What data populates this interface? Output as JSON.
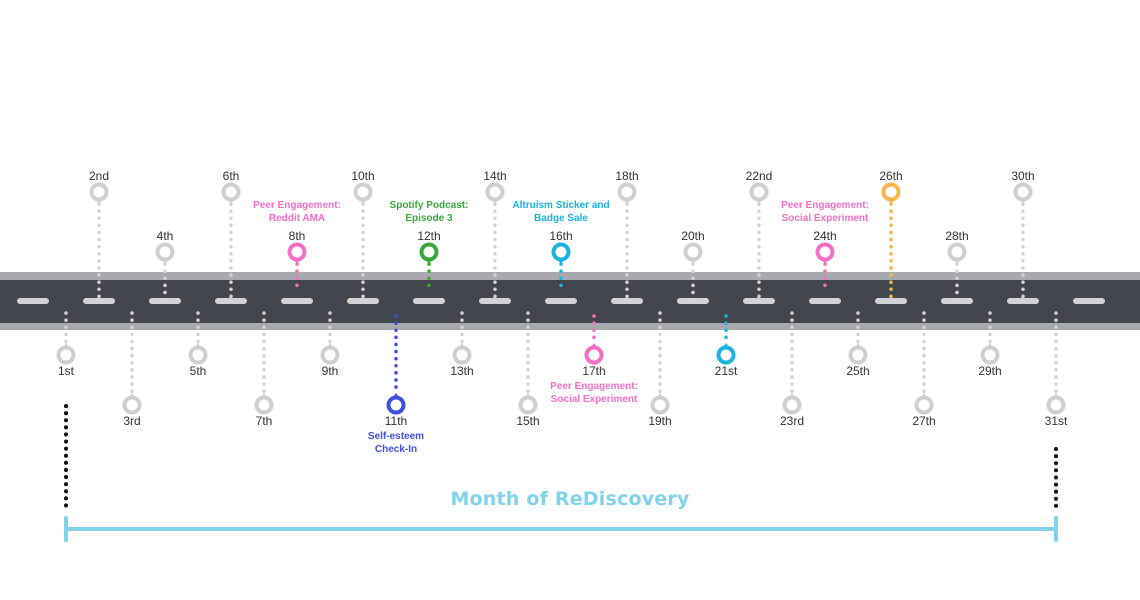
{
  "colors": {
    "road": "#43464c",
    "road_edge": "#a7a9ac",
    "lane": "#d1d3d4",
    "pin": "#cfcfcf",
    "stem": "#d3d3d3",
    "range_bar": "#7fd3ea",
    "range_marker": "#111111"
  },
  "days": [
    {
      "label": "1st"
    },
    {
      "label": "2nd"
    },
    {
      "label": "3rd"
    },
    {
      "label": "4th"
    },
    {
      "label": "5th"
    },
    {
      "label": "6th"
    },
    {
      "label": "7th"
    },
    {
      "label": "8th",
      "event": 0
    },
    {
      "label": "9th"
    },
    {
      "label": "10th"
    },
    {
      "label": "11th",
      "event": 1
    },
    {
      "label": "12th",
      "event": 2
    },
    {
      "label": "13th"
    },
    {
      "label": "14th"
    },
    {
      "label": "15th"
    },
    {
      "label": "16th",
      "event": 3
    },
    {
      "label": "17th",
      "event": 4
    },
    {
      "label": "18th"
    },
    {
      "label": "19th"
    },
    {
      "label": "20th"
    },
    {
      "label": "21st",
      "event": 5
    },
    {
      "label": "22nd"
    },
    {
      "label": "23rd"
    },
    {
      "label": "24th",
      "event": 6
    },
    {
      "label": "25th"
    },
    {
      "label": "26th",
      "event": 7
    },
    {
      "label": "27th"
    },
    {
      "label": "28th"
    },
    {
      "label": "29th"
    },
    {
      "label": "30th"
    },
    {
      "label": "31st"
    }
  ],
  "events": [
    {
      "text": "Peer Engagement:\nReddit AMA",
      "color": "#f36fc6"
    },
    {
      "text": "Self-esteem\nCheck-In",
      "color": "#3f4fe0"
    },
    {
      "text": "Spotify Podcast:\nEpisode 3",
      "color": "#3aa83a"
    },
    {
      "text": "Altruism Sticker and\nBadge Sale",
      "color": "#1bb3e0"
    },
    {
      "text": "Peer Engagement:\nSocial Experiment",
      "color": "#f36fc6"
    },
    {
      "text": "",
      "color": "#1bb3e0"
    },
    {
      "text": "Peer Engagement:\nSocial Experiment",
      "color": "#f36fc6"
    },
    {
      "text": "",
      "color": "#f7b54a"
    }
  ],
  "range": {
    "title": "Month of ReDiscovery",
    "from_day": "1st",
    "to_day": "31st"
  }
}
